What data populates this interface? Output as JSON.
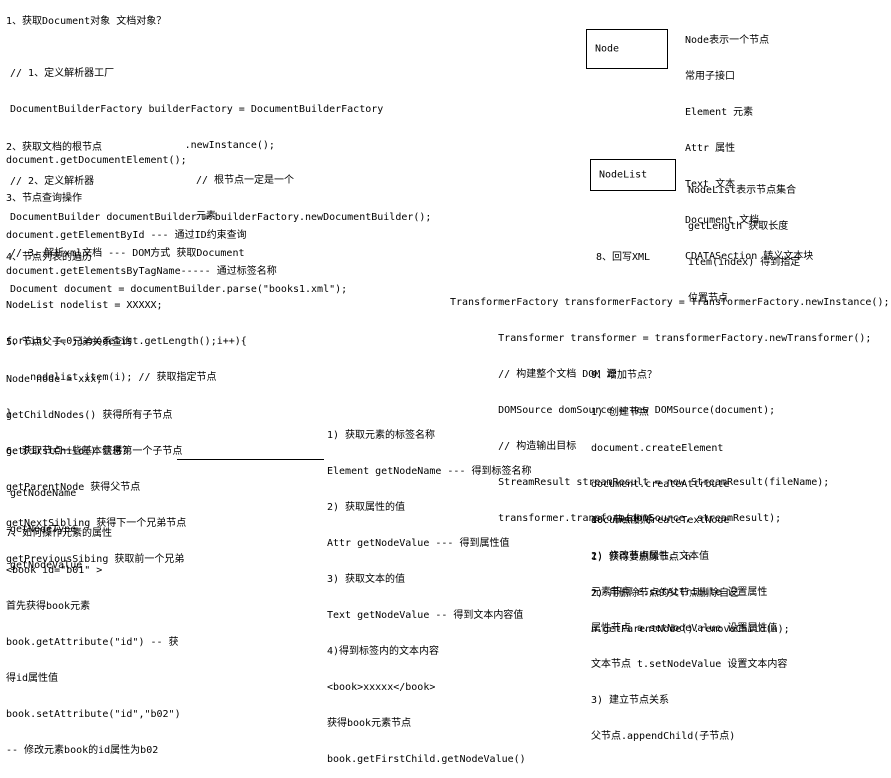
{
  "sec1": {
    "title": "1、获取Document对象 文档对象？",
    "lines": [
      "// 1、定义解析器工厂",
      "DocumentBuilderFactory builderFactory = DocumentBuilderFactory",
      "                             .newInstance();",
      "// 2、定义解析器",
      "DocumentBuilder documentBuilder = builderFactory.newDocumentBuilder();",
      "// 3、解析xml文档 --- DOM方式 获取Document",
      "Document document = documentBuilder.parse(\"books1.xml\");"
    ]
  },
  "node_box": {
    "label": "Node",
    "desc": [
      "Node表示一个节点",
      "常用子接口",
      "Element 元素",
      "Attr 属性",
      "Text 文本",
      "Document 文档",
      "CDATASection 转义文本块"
    ]
  },
  "sec2": {
    "title": "2、获取文档的根节点",
    "code": "document.getDocumentElement();",
    "comment": [
      "// 根节点一定是一个",
      "元素"
    ]
  },
  "nodelist_box": {
    "label": "NodeList",
    "desc": [
      "NodeList表示节点集合",
      "getLength 获取长度",
      "item(index) 得到指定",
      "位置节点"
    ]
  },
  "sec3": {
    "title": "3、节点查询操作",
    "lines": [
      "document.getElementById --- 通过ID约束查询",
      "document.getElementsByTagName----- 通过标签名称"
    ]
  },
  "sec4": {
    "title": "4、节点列表的遍历",
    "lines": [
      "NodeList nodelist = XXXXX;",
      "for(int i=0;i<nodelist.getLength();i++){",
      "    nodelist.item(i); // 获取指定节点",
      "}"
    ]
  },
  "sec8": {
    "title": "8、回写XML",
    "lines": [
      "TransformerFactory transformerFactory = TransformerFactory.newInstance();",
      "        Transformer transformer = transformerFactory.newTransformer();",
      "        // 构建整个文档 DOM 源",
      "        DOMSource domSource = new DOMSource(document);",
      "        // 构造输出目标",
      "        StreamResult streamResult = new StreamResult(fileName);",
      "        transformer.transform(domSource, streamResult);"
    ]
  },
  "sec5": {
    "title": "5、节点父子、兄弟关系查询",
    "lines": [
      "Node node = xxx;",
      "getChildNodes() 获得所有子节点",
      "getFirstChild() 获得第一个子节点",
      "getParentNode 获得父节点",
      "getNextSibling 获得下一个兄弟节点",
      "getPreviousSibing 获取前一个兄弟"
    ]
  },
  "sec9": {
    "title": "9、增加节点？",
    "lines": [
      "1) 创建节点",
      "document.createElement",
      "document.createAttrbute",
      "document.createTextNode",
      "2) 修改节点属性、文本值",
      "元素节点 e.setAttribute 设置属性",
      "属性节点 a.setNodeValue 设置属性值",
      "文本节点 t.setNodeValue 设置文本内容",
      "3) 建立节点关系",
      "父节点.appendChild(子节点)"
    ]
  },
  "sec6": {
    "title": "6、获取节点一些基本信息？",
    "lines": [
      "getNodeName",
      "getNodeType",
      "getNodeValue"
    ]
  },
  "mid": {
    "lines": [
      "1) 获取元素的标签名称",
      "Element getNodeName --- 得到标签名称",
      "2) 获取属性的值",
      "Attr getNodeValue --- 得到属性值",
      "3) 获取文本的值",
      "Text getNodeValue -- 得到文本内容值",
      "4)得到标签内的文本内容",
      "<book>xxxxx</book>",
      "获得book元素节点",
      "book.getFirstChild.getNodeValue()"
    ]
  },
  "sec10": {
    "title": "10、节点删除",
    "lines": [
      "1) 获得要删除节点 n",
      "2) 用删除节点的父节点删除自己",
      "n.getParentNode().removeChild(n);"
    ]
  },
  "sec7": {
    "title": "7、如何操作元素的属性",
    "lines": [
      "<book id=\"b01\" >",
      "首先获得book元素",
      "book.getAttribute(\"id\") -- 获",
      "得id属性值",
      "book.setAttribute(\"id\",\"b02\")",
      "-- 修改元素book的id属性为b02"
    ]
  }
}
